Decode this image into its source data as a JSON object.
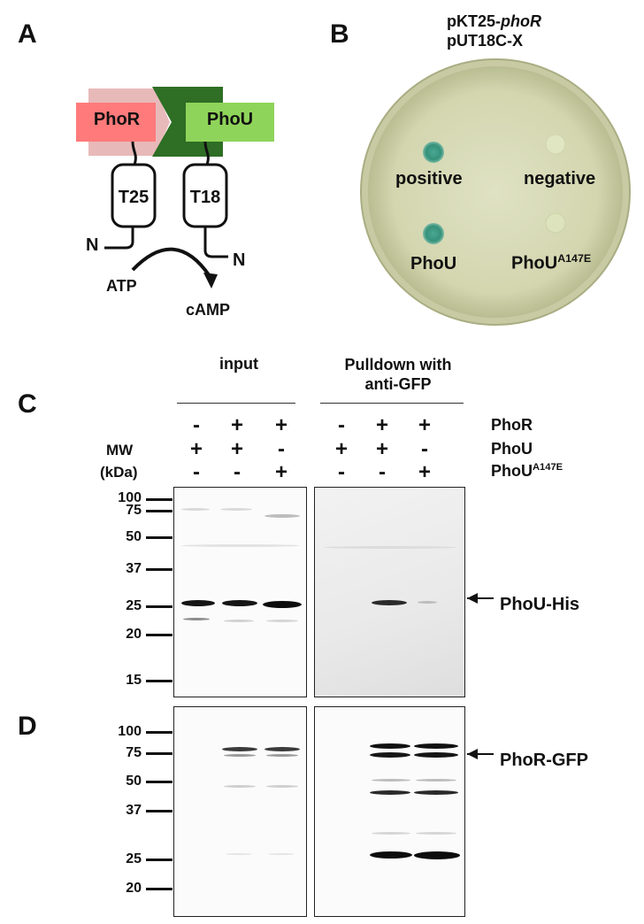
{
  "panels": {
    "a": "A",
    "b": "B",
    "c": "C",
    "d": "D"
  },
  "panel_a": {
    "phor": "PhoR",
    "phou": "PhoU",
    "t25": "T25",
    "t18": "T18",
    "n_left": "N",
    "n_right": "N",
    "atp": "ATP",
    "camp": "cAMP",
    "colors": {
      "phor_fill": "#ff7a7a",
      "phor_pale": "#e8b9b9",
      "phou_fill": "#8fd45a",
      "dark_green": "#2e6e25"
    }
  },
  "panel_b": {
    "title_line1_prefix": "pKT25-",
    "title_line1_italic": "phoR",
    "title_line2": "pUT18C-X",
    "positive": "positive",
    "negative": "negative",
    "phou": "PhoU",
    "phou_mut": "PhoU",
    "phou_mut_sup": "A147E",
    "colors": {
      "plate": "#d9dcb8",
      "spot_blue": "#3f9a82",
      "spot_pale": "#dfe4c0"
    }
  },
  "panel_c": {
    "input": "input",
    "pulldown_line1": "Pulldown with",
    "pulldown_line2": "anti-GFP",
    "row_labels": {
      "phor": "PhoR",
      "phou": "PhoU",
      "phou_mut": "PhoU",
      "phou_mut_sup": "A147E"
    },
    "mw_label_1": "MW",
    "mw_label_2": "(kDa)",
    "lanes": {
      "phor": [
        "-",
        "+",
        "+",
        "-",
        "+",
        "+"
      ],
      "phou": [
        "+",
        "+",
        "-",
        "+",
        "+",
        "-"
      ],
      "phou_mut": [
        "-",
        "-",
        "+",
        "-",
        "-",
        "+"
      ]
    },
    "markers": [
      "100",
      "75",
      "50",
      "37",
      "25",
      "20",
      "15"
    ],
    "band_label": "PhoU-His"
  },
  "panel_d": {
    "markers": [
      "100",
      "75",
      "50",
      "37",
      "25",
      "20"
    ],
    "band_label": "PhoR-GFP"
  }
}
